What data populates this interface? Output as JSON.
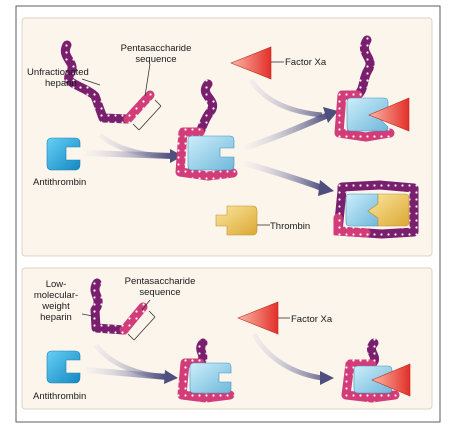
{
  "top_panel": {
    "labels": {
      "pentasaccharide_line1": "Pentasaccharide",
      "pentasaccharide_line2": "sequence",
      "heparin_line1": "Unfractionated",
      "heparin_line2": "heparin",
      "factor_xa": "Factor Xa",
      "antithrombin": "Antithrombin",
      "thrombin": "Thrombin"
    }
  },
  "bottom_panel": {
    "labels": {
      "heparin_line1": "Low-",
      "heparin_line2": "molecular-",
      "heparin_line3": "weight",
      "heparin_line4": "heparin",
      "pentasaccharide_line1": "Pentasaccharide",
      "pentasaccharide_line2": "sequence",
      "factor_xa": "Factor Xa",
      "antithrombin": "Antithrombin"
    }
  },
  "colors": {
    "heparin_chain": "#7a1f6e",
    "pentasaccharide": "#d23c78",
    "antithrombin": "#2fa4d8",
    "factor_xa": "#ee4b3b",
    "thrombin": "#f1c75a",
    "arrow": "#565684",
    "panel_bg": "#fbf5ec"
  }
}
